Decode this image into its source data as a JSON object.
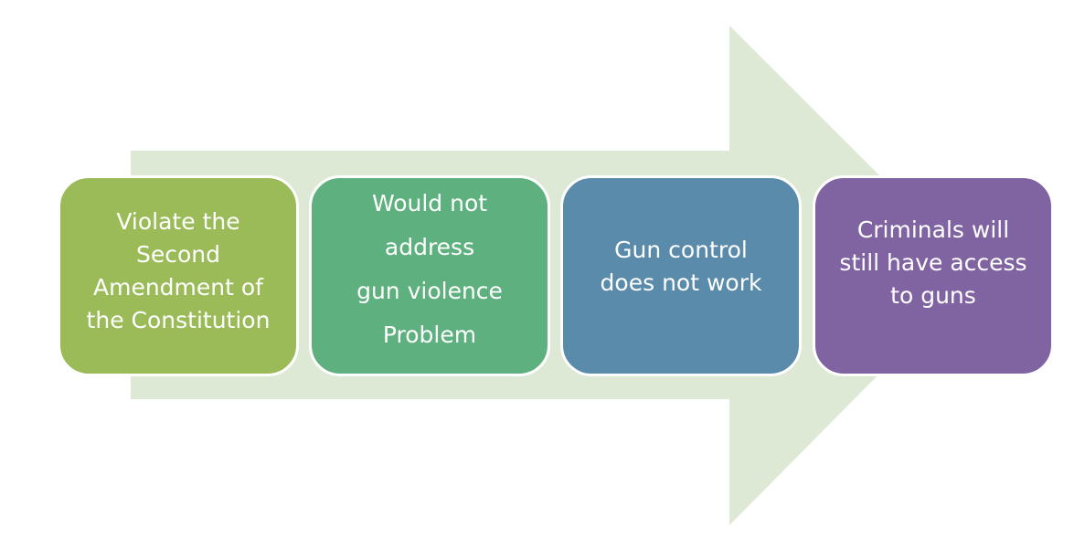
{
  "diagram": {
    "type": "process-arrow",
    "arrow_color": "#dde8d5",
    "steps": [
      {
        "label": "Violate the\nSecond\nAmendment of\nthe Constitution",
        "color": "#9bbb59"
      },
      {
        "label": "Would not\naddress\ngun violence\nProblem",
        "color": "#5eb17e"
      },
      {
        "label": "Gun control\ndoes not work",
        "color": "#5b8bab"
      },
      {
        "label": "Criminals will\nstill have access\nto guns",
        "color": "#8064a2"
      }
    ]
  }
}
